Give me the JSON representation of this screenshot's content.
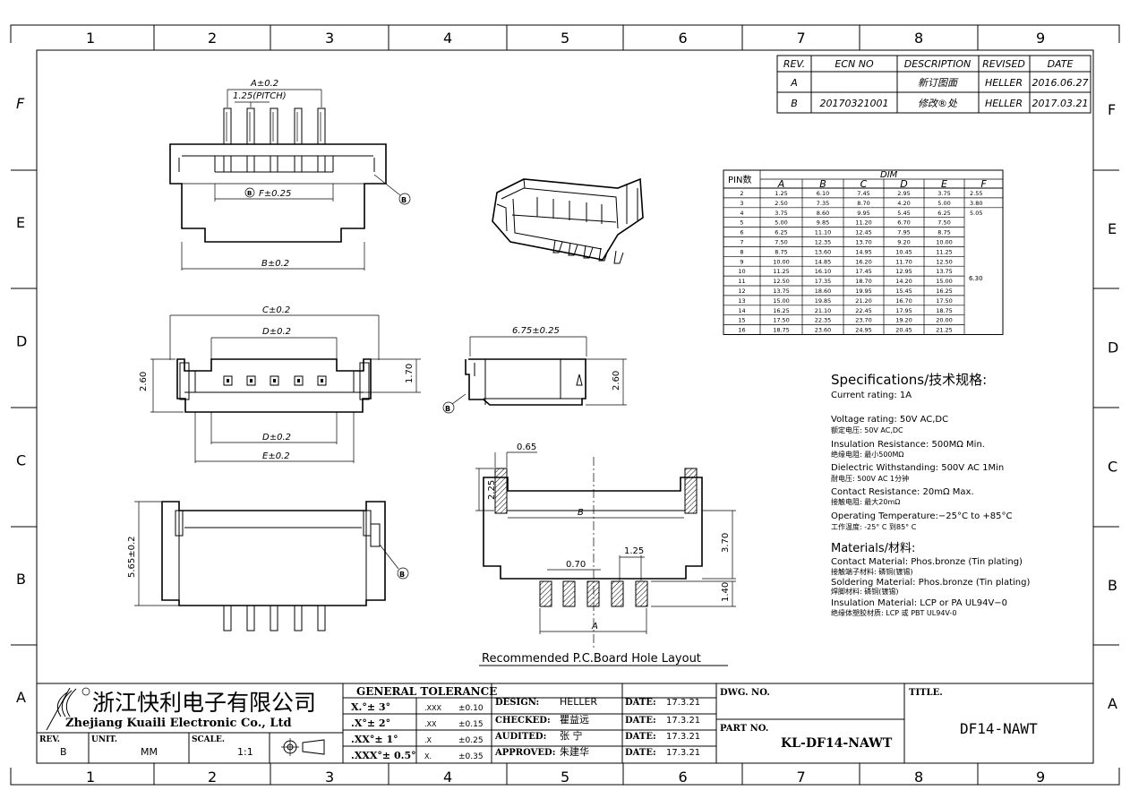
{
  "frame": {
    "col_numbers": [
      "1",
      "2",
      "3",
      "4",
      "5",
      "6",
      "7",
      "8",
      "9"
    ],
    "row_letters": [
      "F",
      "E",
      "D",
      "C",
      "B",
      "A"
    ]
  },
  "revision_table": {
    "headers": [
      "REV.",
      "ECN NO",
      "DESCRIPTION",
      "REVISED",
      "DATE"
    ],
    "rows": [
      [
        "A",
        "",
        "新订图面",
        "HELLER",
        "2016.06.27"
      ],
      [
        "B",
        "20170321001",
        "修改®处",
        "HELLER",
        "2017.03.21"
      ]
    ]
  },
  "dim_table": {
    "pin_header": "PIN数",
    "dim_header": "DIM",
    "columns": [
      "A",
      "B",
      "C",
      "D",
      "E",
      "F"
    ],
    "rows": [
      [
        "2",
        "1.25",
        "6.10",
        "7.45",
        "2.95",
        "3.75",
        "2.55"
      ],
      [
        "3",
        "2.50",
        "7.35",
        "8.70",
        "4.20",
        "5.00",
        "3.80"
      ],
      [
        "4",
        "3.75",
        "8.60",
        "9.95",
        "5.45",
        "6.25",
        "5.05"
      ],
      [
        "5",
        "5.00",
        "9.85",
        "11.20",
        "6.70",
        "7.50",
        ""
      ],
      [
        "6",
        "6.25",
        "11.10",
        "12.45",
        "7.95",
        "8.75",
        ""
      ],
      [
        "7",
        "7.50",
        "12.35",
        "13.70",
        "9.20",
        "10.00",
        ""
      ],
      [
        "8",
        "8.75",
        "13.60",
        "14.95",
        "10.45",
        "11.25",
        ""
      ],
      [
        "9",
        "10.00",
        "14.85",
        "16.20",
        "11.70",
        "12.50",
        ""
      ],
      [
        "10",
        "11.25",
        "16.10",
        "17.45",
        "12.95",
        "13.75",
        ""
      ],
      [
        "11",
        "12.50",
        "17.35",
        "18.70",
        "14.20",
        "15.00",
        ""
      ],
      [
        "12",
        "13.75",
        "18.60",
        "19.95",
        "15.45",
        "16.25",
        ""
      ],
      [
        "13",
        "15.00",
        "19.85",
        "21.20",
        "16.70",
        "17.50",
        ""
      ],
      [
        "14",
        "16.25",
        "21.10",
        "22.45",
        "17.95",
        "18.75",
        ""
      ],
      [
        "15",
        "17.50",
        "22.35",
        "23.70",
        "19.20",
        "20.00",
        ""
      ],
      [
        "16",
        "18.75",
        "23.60",
        "24.95",
        "20.45",
        "21.25",
        ""
      ]
    ],
    "f_merged": "6.30"
  },
  "specs": {
    "title": "Specifications/技术规格:",
    "lines": [
      "Current rating: 1A",
      "",
      "Voltage rating: 50V AC,DC",
      "额定电压: 50V AC,DC",
      "Insulation Resistance: 500MΩ  Min.",
      "绝缘电阻: 最小500MΩ",
      "Dielectric Withstanding: 500V AC  1Min",
      "耐电压: 500V AC  1分钟",
      "Contact Resistance: 20mΩ  Max.",
      "接触电阻: 最大20mΩ",
      "Operating Temperature:−25°C to +85°C",
      "工作温度: -25° C 到85° C"
    ],
    "materials_title": "Materials/材料:",
    "materials_lines": [
      "Contact Material: Phos.bronze (Tin plating)",
      "接触端子材料: 磷铜(镀锡)",
      "Soldering Material: Phos.bronze (Tin plating)",
      "焊脚材料: 磷铜(镀锡)",
      "Insulation Material:  LCP or PA UL94V−0",
      "绝缘体塑胶材质: LCP 或 PBT UL94V-0"
    ]
  },
  "dims": {
    "a_tol": "A±0.2",
    "pitch": "1.25(PITCH)",
    "f_tol": "F±0.25",
    "b_tol": "B±0.2",
    "c_tol": "C±0.2",
    "d_tol_top": "D±0.2",
    "d_tol_bottom": "D±0.2",
    "e_tol": "E±0.2",
    "h260_left": "2.60",
    "h170": "1.70",
    "w675": "6.75±0.25",
    "h260_right": "2.60",
    "h565": "5.65±0.2",
    "pcb_065": "0.65",
    "pcb_225": "2.25",
    "pcb_b": "B",
    "pcb_370": "3.70",
    "pcb_125": "1.25",
    "pcb_070": "0.70",
    "pcb_140": "1.40",
    "pcb_a": "A",
    "rev_mark": "B"
  },
  "pcb_caption": "Recommended P.C.Board Hole Layout",
  "title_block": {
    "company_cn": "浙江快利电子有限公司",
    "company_en": "Zhejiang Kuaili Electronic Co., Ltd",
    "rev_label": "REV.",
    "rev_value": "B",
    "unit_label": "UNIT.",
    "unit_value": "MM",
    "scale_label": "SCALE.",
    "scale_value": "1:1",
    "tolerance_title": "GENERAL  TOLERANCE",
    "tol_angles": [
      "X.°± 3°",
      ".X°± 2°",
      ".XX°± 1°",
      ".XXX°± 0.5°"
    ],
    "tol_decimals": [
      [
        ".XXX",
        "±0.10"
      ],
      [
        ".XX",
        "±0.15"
      ],
      [
        ".X",
        "±0.25"
      ],
      [
        "X.",
        "±0.35"
      ]
    ],
    "design_label": "DESIGN:",
    "design_value": "HELLER",
    "checked_label": "CHECKED:",
    "checked_value": "瞿益远",
    "audited_label": "AUDITED:",
    "audited_value": "张  宁",
    "approved_label": "APPROVED:",
    "approved_value": "朱建华",
    "date_label": "DATE:",
    "dates": [
      "17.3.21",
      "17.3.21",
      "17.3.21",
      "17.3.21"
    ],
    "dwg_label": "DWG. NO.",
    "part_label": "PART NO.",
    "part_value": "KL-DF14-NAWT",
    "title_label": "TITLE.",
    "title_value": "DF14-NAWT"
  }
}
